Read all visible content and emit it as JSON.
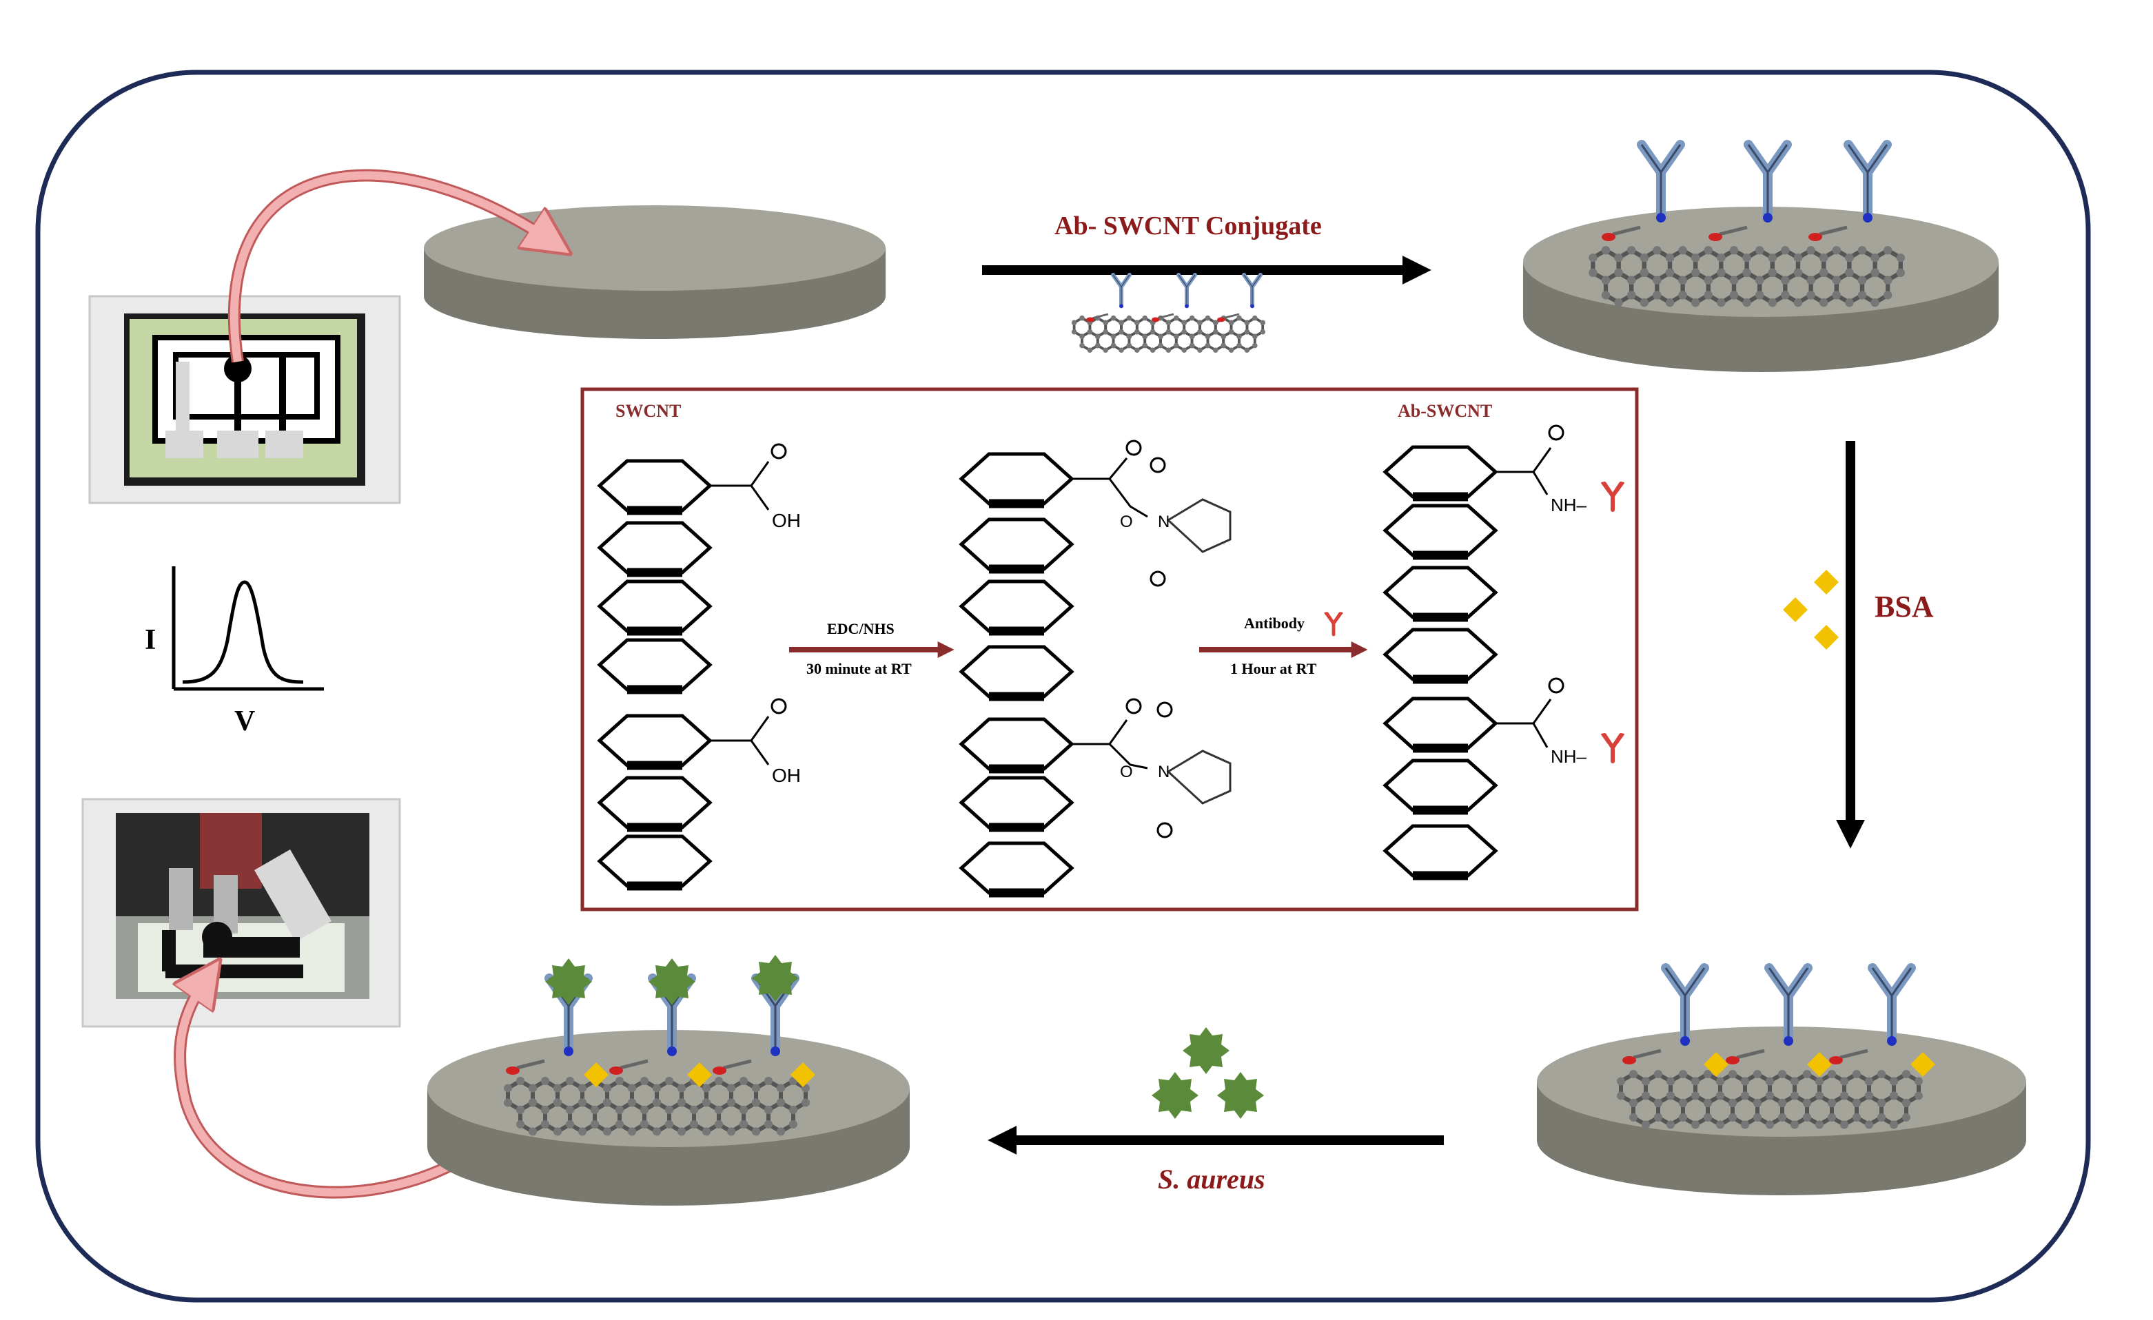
{
  "labels": {
    "ab_swcnt_conjugate": "Ab- SWCNT Conjugate",
    "bsa": "BSA",
    "s_aureus": "S. aureus",
    "axis_i": "I",
    "axis_v": "V"
  },
  "scheme": {
    "swcnt": "SWCNT",
    "ab_swcnt": "Ab-SWCNT",
    "step1_reagent": "EDC/NHS",
    "step1_condition": "30 minute at RT",
    "step2_reagent": "Antibody",
    "step2_condition": "1 Hour at RT",
    "oh": "OH",
    "o": "O",
    "n": "N",
    "nh": "NH–"
  },
  "colors": {
    "frame": "#1d2b56",
    "maroon": "#8b1a1a",
    "electrode": "#a5a49a",
    "bsa": "#f2c200",
    "bacteria": "#5a8a3a",
    "antibody_red": "#d9403a",
    "antibody_blue": "#7b98c0"
  }
}
